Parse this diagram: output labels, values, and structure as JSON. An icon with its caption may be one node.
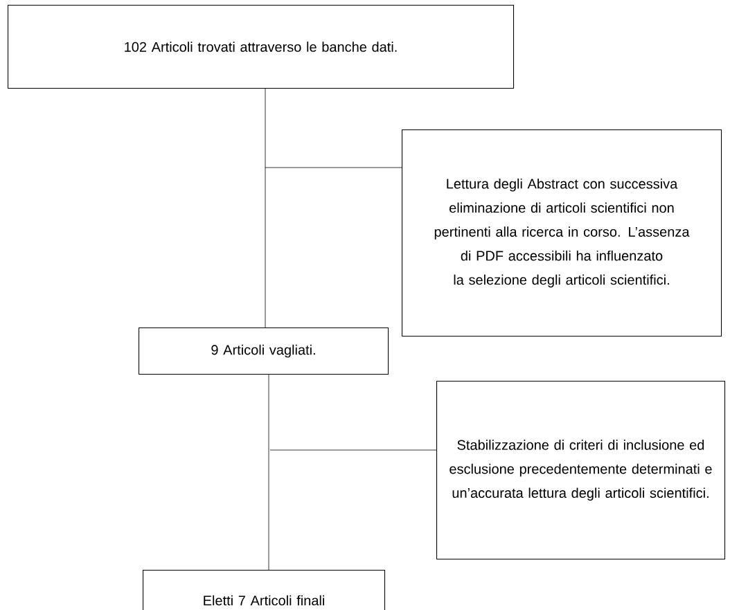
{
  "diagram": {
    "nodes": [
      {
        "text": [
          "102 Articoli trovati attraverso le banche dati."
        ]
      },
      {
        "text": [
          "Lettura degli Abstract con successiva eliminazione di articoli scientifici non pertinenti alla ricerca in corso. L’assenza di PDF accessibili ha influenzato la selezione degli articoli scientifici."
        ]
      },
      {
        "text": [
          "9 Articoli vagliati."
        ]
      },
      {
        "text": [
          "Stabilizzazione di criteri di inclusione ed esclusione precedentemente determinati e un’accurata lettura degli articoli scientifici."
        ]
      },
      {
        "text": [
          "Eletti 7 Articoli finali"
        ]
      }
    ],
    "edges": [
      {
        "from": 0,
        "to": 2,
        "arrow": "none"
      },
      {
        "from": 1,
        "to": null,
        "arrow": "none"
      },
      {
        "from": 2,
        "to": 4,
        "arrow": "none"
      },
      {
        "from": 3,
        "to": null,
        "arrow": "none"
      }
    ]
  }
}
